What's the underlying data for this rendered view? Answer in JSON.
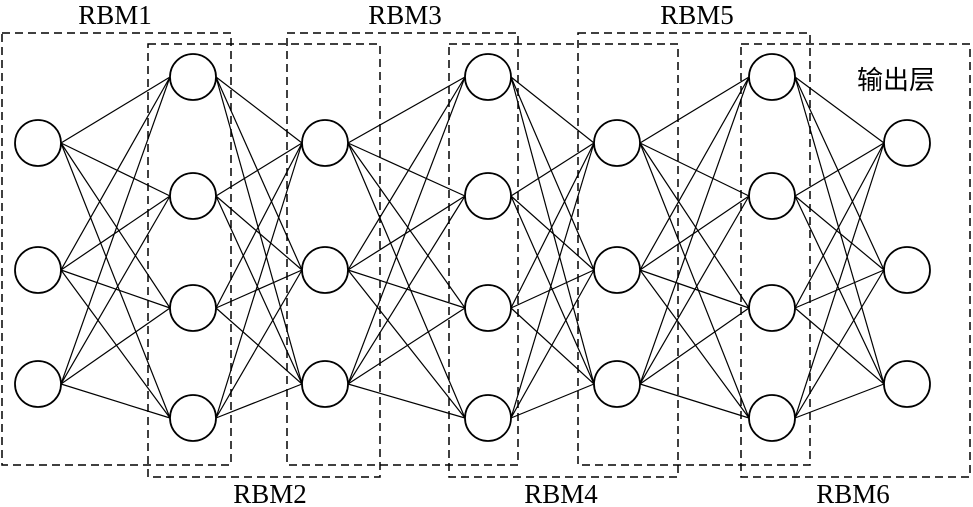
{
  "diagram": {
    "rbms": [
      "RBM1",
      "RBM2",
      "RBM3",
      "RBM4",
      "RBM5",
      "RBM6"
    ],
    "output_layer_label": "输出层",
    "layer_sizes": [
      3,
      4,
      3,
      4,
      3,
      4,
      3
    ]
  }
}
